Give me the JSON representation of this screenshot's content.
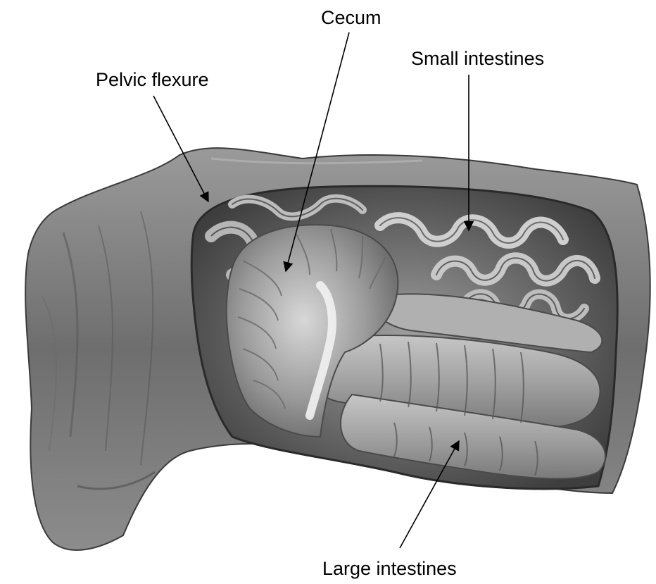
{
  "labels": {
    "cecum": "Cecum",
    "small_intestines": "Small intestines",
    "pelvic_flexure": "Pelvic flexure",
    "large_intestines": "Large intestines"
  },
  "colors": {
    "background": "#ffffff",
    "label_text": "#000000",
    "arrow": "#000000",
    "tissue_dark": "#4a4a4a",
    "tissue_mid": "#8a8a8a",
    "tissue_light": "#c4c4c4",
    "highlight": "#f2f2f2"
  }
}
